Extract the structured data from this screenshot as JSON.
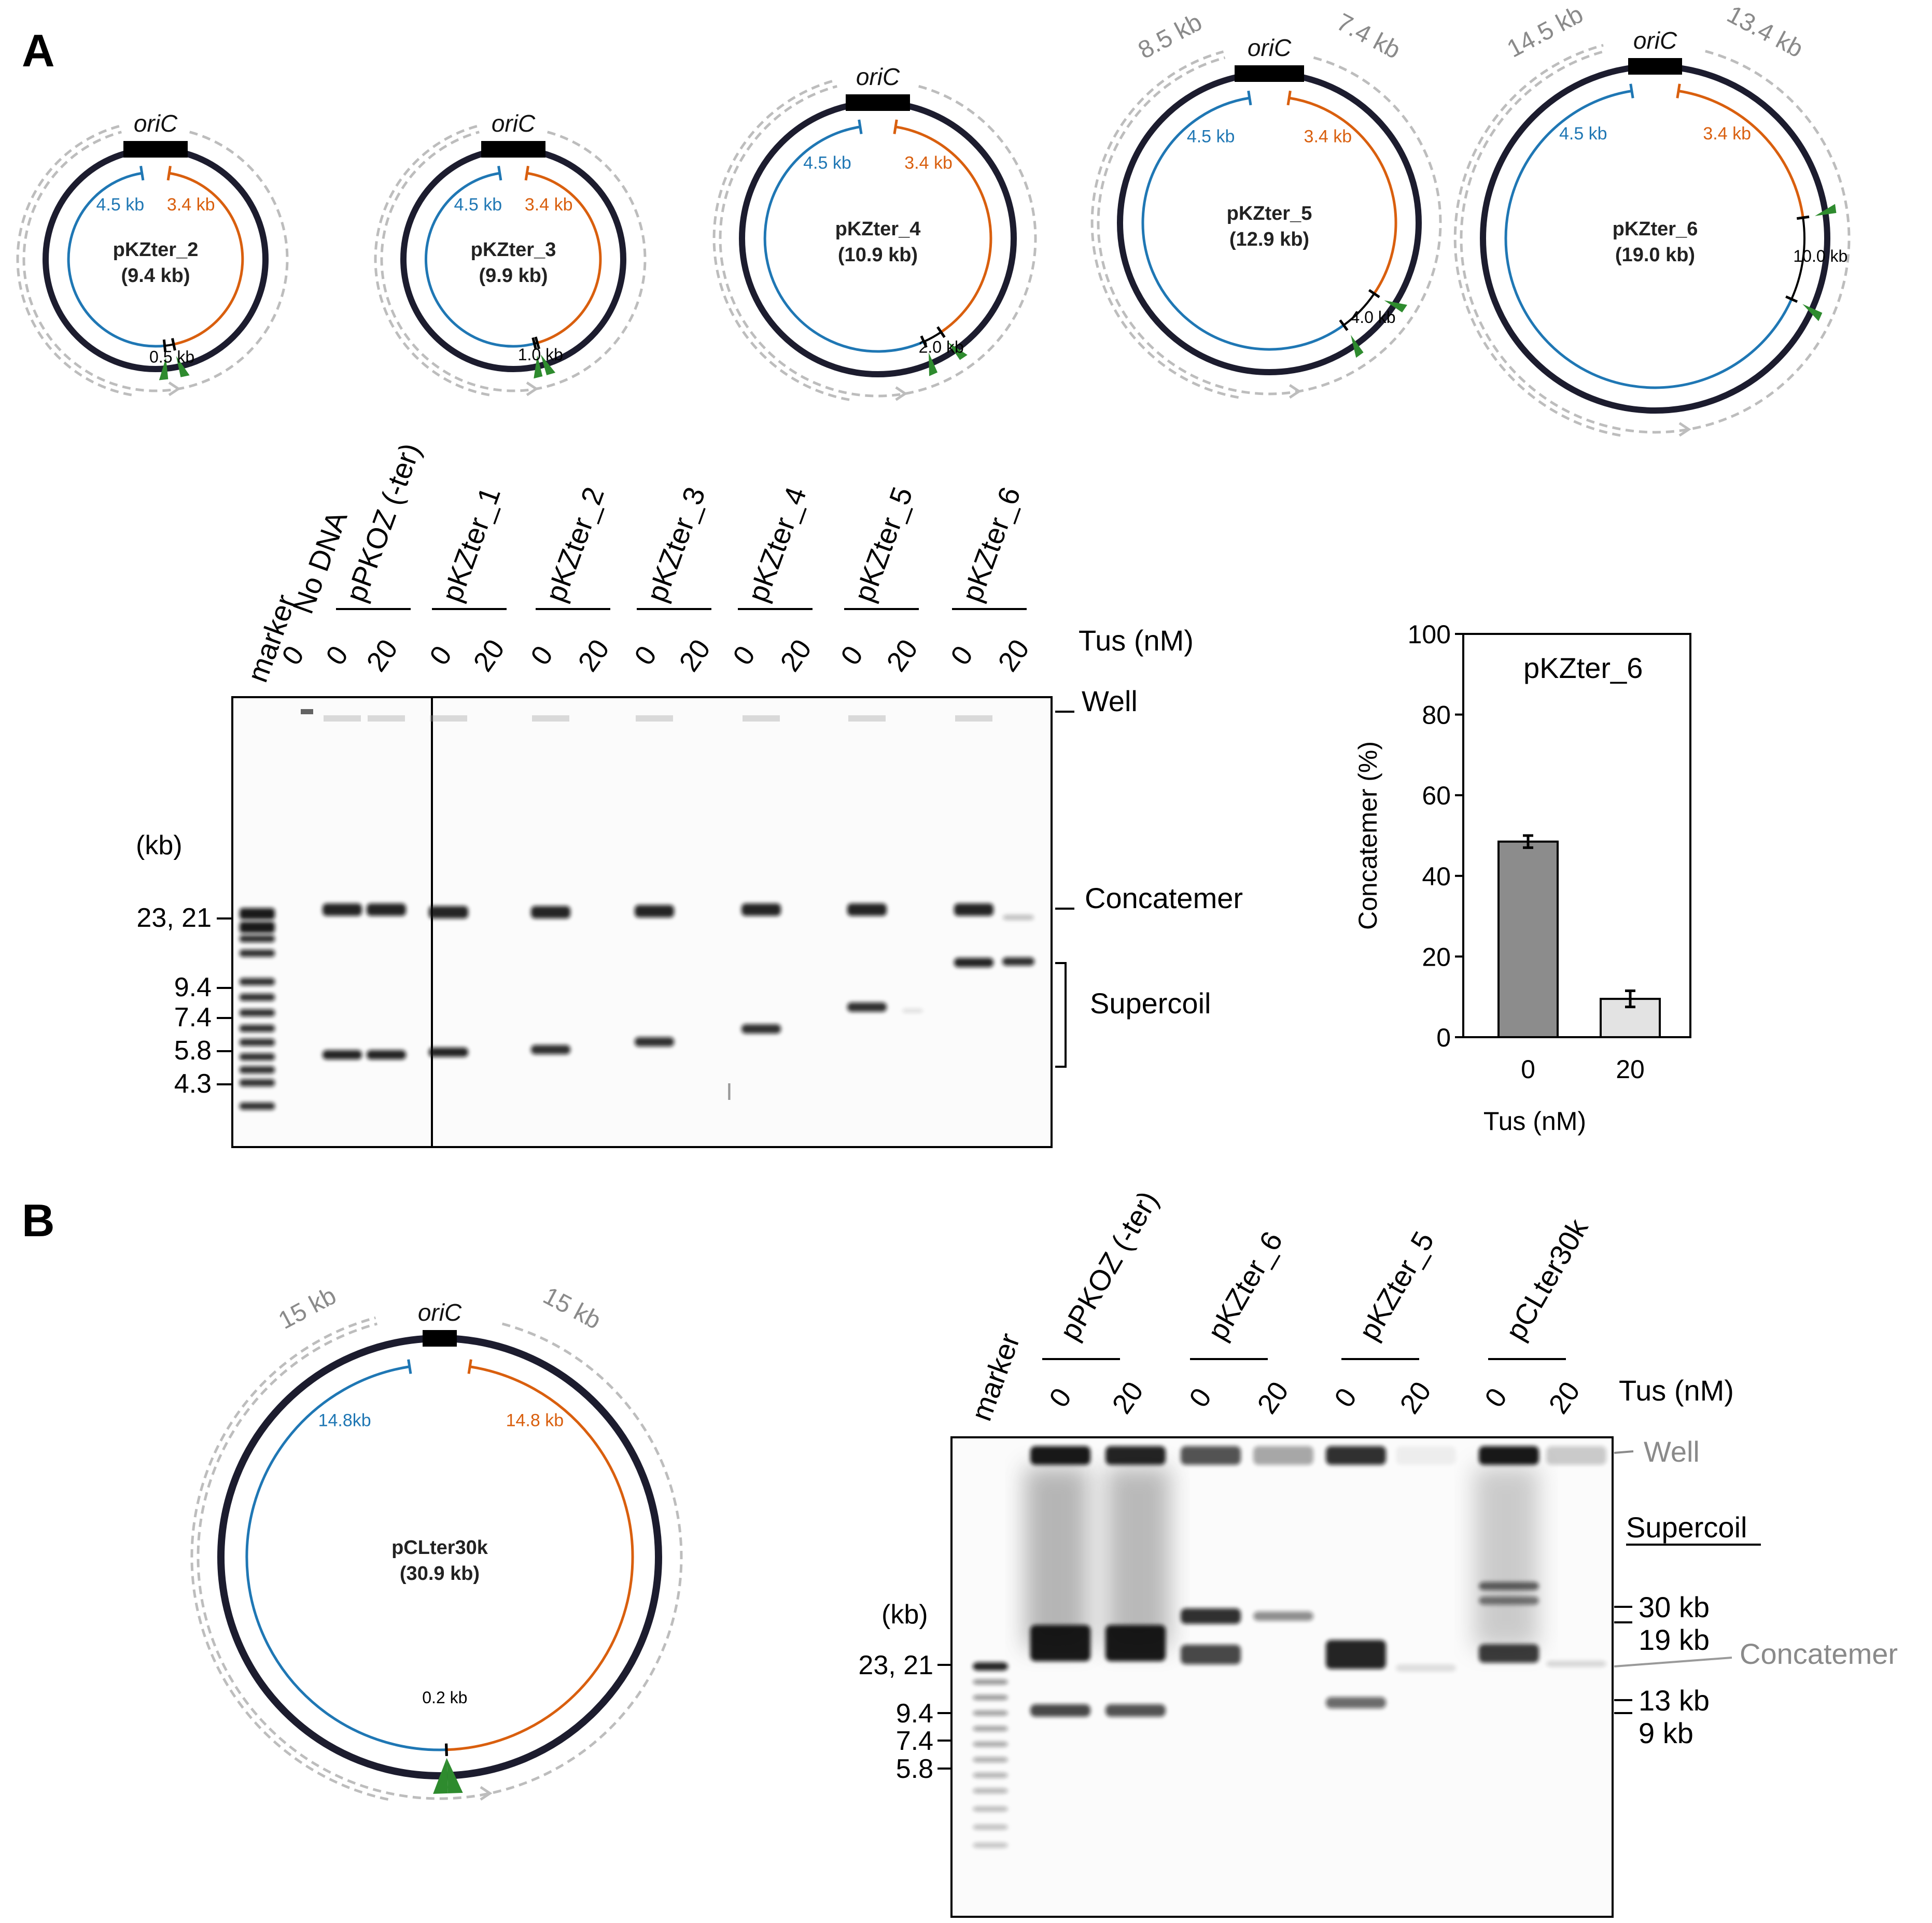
{
  "panel_a": {
    "letter": "A",
    "plasmids": [
      {
        "name": "pKZter_2",
        "size": "(9.4 kb)",
        "ori": "oriC",
        "left_arm": "4.5 kb",
        "right_arm": "3.4 kb",
        "gap": "0.5 kb",
        "left_dist": "",
        "right_dist": ""
      },
      {
        "name": "pKZter_3",
        "size": "(9.9 kb)",
        "ori": "oriC",
        "left_arm": "4.5 kb",
        "right_arm": "3.4 kb",
        "gap": "1.0 kb",
        "left_dist": "",
        "right_dist": ""
      },
      {
        "name": "pKZter_4",
        "size": "(10.9 kb)",
        "ori": "oriC",
        "left_arm": "4.5 kb",
        "right_arm": "3.4 kb",
        "gap": "2.0 kb",
        "left_dist": "",
        "right_dist": ""
      },
      {
        "name": "pKZter_5",
        "size": "(12.9 kb)",
        "ori": "oriC",
        "left_arm": "4.5 kb",
        "right_arm": "3.4 kb",
        "gap": "4.0 kb",
        "left_dist": "8.5 kb",
        "right_dist": "7.4 kb"
      },
      {
        "name": "pKZter_6",
        "size": "(19.0 kb)",
        "ori": "oriC",
        "left_arm": "4.5 kb",
        "right_arm": "3.4 kb",
        "gap": "10.0 kb",
        "left_dist": "14.5 kb",
        "right_dist": "13.4 kb"
      }
    ],
    "gel": {
      "marker_label": "marker",
      "groups": [
        "No DNA",
        "pPKOZ (-ter)",
        "pKZter_1",
        "pKZter_2",
        "pKZter_3",
        "pKZter_4",
        "pKZter_5",
        "pKZter_6"
      ],
      "conc_nodna": "0",
      "conc_zero": "0",
      "conc_twenty": "20",
      "tus_label": "Tus (nM)",
      "kb_label": "(kb)",
      "marker_sizes": [
        "23, 21",
        "9.4",
        "7.4",
        "5.8",
        "4.3"
      ],
      "well_label": "Well",
      "concatemer_label": "Concatemer",
      "supercoil_label": "Supercoil",
      "cursor_glyph": "I"
    },
    "bar_chart": {
      "chart_data": {
        "type": "bar",
        "title": "pKZter_6",
        "categories": [
          "0",
          "20"
        ],
        "values": [
          48.5,
          9.5
        ],
        "errors": [
          1.5,
          2.0
        ],
        "xlabel": "Tus (nM)",
        "ylabel": "Concatemer (%)",
        "ylim": [
          0,
          100
        ],
        "yticks": [
          "0",
          "20",
          "40",
          "60",
          "80",
          "100"
        ],
        "bar_colors": [
          "#8c8c8c",
          "#e3e3e3"
        ]
      }
    }
  },
  "panel_b": {
    "letter": "B",
    "plasmid": {
      "name": "pCLter30k",
      "size": "(30.9 kb)",
      "ori": "oriC",
      "left_arm": "14.8kb",
      "right_arm": "14.8 kb",
      "gap": "0.2 kb",
      "left_dist": "15 kb",
      "right_dist": "15 kb"
    },
    "gel": {
      "marker_label": "marker",
      "groups": [
        "pPKOZ (-ter)",
        "pKZter_6",
        "pKZter_5",
        "pCLter30k"
      ],
      "conc_zero": "0",
      "conc_twenty": "20",
      "tus_label": "Tus (nM)",
      "kb_label": "(kb)",
      "marker_sizes": [
        "23, 21",
        "9.4",
        "7.4",
        "5.8"
      ],
      "well_label": "Well",
      "supercoil_label": "Supercoil",
      "supercoil_sizes": [
        "30 kb",
        "19 kb",
        "13 kb",
        "9 kb"
      ],
      "concatemer_label": "Concatemer"
    }
  },
  "colors": {
    "blue_arm": "#1f77b4",
    "orange_arm": "#d95f0e",
    "ter_green": "#2e8b2e",
    "dashed_gray": "#bdbdbd",
    "label_gray": "#8a8a8a"
  }
}
